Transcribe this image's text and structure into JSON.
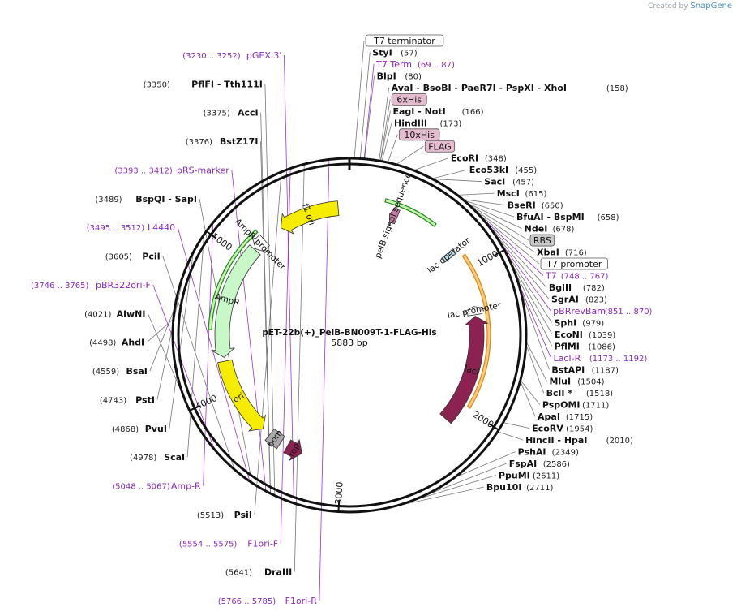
{
  "credit": {
    "prefix": "Created by",
    "brand": "SnapGene"
  },
  "plasmid": {
    "name": "pET-22b(+)_PelB-BN009T-1-FLAG-His",
    "length_label": "5883 bp",
    "length": 5883
  },
  "ticks": [
    {
      "pos": 1000,
      "label": "1000"
    },
    {
      "pos": 2000,
      "label": "2000"
    },
    {
      "pos": 3000,
      "label": "3000"
    },
    {
      "pos": 4000,
      "label": "4000"
    },
    {
      "pos": 5000,
      "label": "5000"
    }
  ],
  "sites": [
    {
      "name": "StyI",
      "pos": "(57)",
      "site": 57,
      "side": "R"
    },
    {
      "name": "BlpI",
      "pos": "(80)",
      "site": 80,
      "side": "R"
    },
    {
      "name": "AvaI - BsoBI - PaeR7I - PspXI - XhoI",
      "pos": "(158)",
      "site": 158,
      "side": "R"
    },
    {
      "name": "EagI - NotI",
      "pos": "(166)",
      "site": 166,
      "side": "R"
    },
    {
      "name": "HindIII",
      "pos": "(173)",
      "site": 173,
      "side": "R"
    },
    {
      "name": "EcoRI",
      "pos": "(348)",
      "site": 348,
      "side": "R"
    },
    {
      "name": "Eco53kI",
      "pos": "(455)",
      "site": 455,
      "side": "R"
    },
    {
      "name": "SacI",
      "pos": "(457)",
      "site": 457,
      "side": "R"
    },
    {
      "name": "MscI",
      "pos": "(615)",
      "site": 615,
      "side": "R"
    },
    {
      "name": "BseRI",
      "pos": "(650)",
      "site": 650,
      "side": "R"
    },
    {
      "name": "BfuAI - BspMI",
      "pos": "(658)",
      "site": 658,
      "side": "R"
    },
    {
      "name": "NdeI",
      "pos": "(678)",
      "site": 678,
      "side": "R"
    },
    {
      "name": "XbaI",
      "pos": "(716)",
      "site": 716,
      "side": "R"
    },
    {
      "name": "BglII",
      "pos": "(782)",
      "site": 782,
      "side": "R"
    },
    {
      "name": "SgrAI",
      "pos": "(823)",
      "site": 823,
      "side": "R"
    },
    {
      "name": "SphI",
      "pos": "(979)",
      "site": 979,
      "side": "R"
    },
    {
      "name": "EcoNI",
      "pos": "(1039)",
      "site": 1039,
      "side": "R"
    },
    {
      "name": "PflMI",
      "pos": "(1086)",
      "site": 1086,
      "side": "R"
    },
    {
      "name": "BstAPI",
      "pos": "(1187)",
      "site": 1187,
      "side": "R"
    },
    {
      "name": "MluI",
      "pos": "(1504)",
      "site": 1504,
      "side": "R"
    },
    {
      "name": "BclI *",
      "pos": "(1518)",
      "site": 1518,
      "side": "R"
    },
    {
      "name": "PspOMI",
      "pos": "(1711)",
      "site": 1711,
      "side": "R"
    },
    {
      "name": "ApaI",
      "pos": "(1715)",
      "site": 1715,
      "side": "R"
    },
    {
      "name": "EcoRV",
      "pos": "(1954)",
      "site": 1954,
      "side": "R"
    },
    {
      "name": "HincII - HpaI",
      "pos": "(2010)",
      "site": 2010,
      "side": "R"
    },
    {
      "name": "PshAI",
      "pos": "(2349)",
      "site": 2349,
      "side": "R"
    },
    {
      "name": "FspAI",
      "pos": "(2586)",
      "site": 2586,
      "side": "R"
    },
    {
      "name": "PpuMI",
      "pos": "(2611)",
      "site": 2611,
      "side": "R"
    },
    {
      "name": "Bpu10I",
      "pos": "(2711)",
      "site": 2711,
      "side": "R"
    },
    {
      "name": "PflFI - Tth111I",
      "pos": "(3350)",
      "site": 3350,
      "side": "L"
    },
    {
      "name": "AccI",
      "pos": "(3375)",
      "site": 3375,
      "side": "L"
    },
    {
      "name": "BstZ17I",
      "pos": "(3376)",
      "site": 3376,
      "side": "L"
    },
    {
      "name": "BspQI - SapI",
      "pos": "(3489)",
      "site": 3489,
      "side": "L"
    },
    {
      "name": "PciI",
      "pos": "(3605)",
      "site": 3605,
      "side": "L"
    },
    {
      "name": "AlwNI",
      "pos": "(4021)",
      "site": 4021,
      "side": "L"
    },
    {
      "name": "AhdI",
      "pos": "(4498)",
      "site": 4498,
      "side": "L"
    },
    {
      "name": "BsaI",
      "pos": "(4559)",
      "site": 4559,
      "side": "L"
    },
    {
      "name": "PstI",
      "pos": "(4743)",
      "site": 4743,
      "side": "L"
    },
    {
      "name": "PvuI",
      "pos": "(4868)",
      "site": 4868,
      "side": "L"
    },
    {
      "name": "ScaI",
      "pos": "(4978)",
      "site": 4978,
      "side": "L"
    },
    {
      "name": "PsiI",
      "pos": "(5513)",
      "site": 5513,
      "side": "L"
    },
    {
      "name": "DraIII",
      "pos": "(5641)",
      "site": 5641,
      "side": "L"
    }
  ],
  "primers": [
    {
      "name": "T7 Term",
      "pos": "(69 .. 87)",
      "site": 78,
      "side": "R"
    },
    {
      "name": "T7",
      "pos": "(748 .. 767)",
      "site": 757,
      "side": "R"
    },
    {
      "name": "pBRrevBam",
      "pos": "(851 .. 870)",
      "site": 860,
      "side": "R"
    },
    {
      "name": "LacI-R",
      "pos": "(1173 .. 1192)",
      "site": 1182,
      "side": "R"
    },
    {
      "name": "pGEX 3'",
      "pos": "(3230 .. 3252)",
      "site": 3241,
      "side": "L"
    },
    {
      "name": "pRS-marker",
      "pos": "(3393 .. 3412)",
      "site": 3402,
      "side": "L"
    },
    {
      "name": "L4440",
      "pos": "(3495 .. 3512)",
      "site": 3503,
      "side": "L"
    },
    {
      "name": "pBR322ori-F",
      "pos": "(3746 .. 3765)",
      "site": 3755,
      "side": "L"
    },
    {
      "name": "Amp-R",
      "pos": "(5048 .. 5067)",
      "site": 5057,
      "side": "L"
    },
    {
      "name": "F1ori-F",
      "pos": "(5554 .. 5575)",
      "site": 5564,
      "side": "L"
    },
    {
      "name": "F1ori-R",
      "pos": "(5766 .. 5785)",
      "site": 5775,
      "side": "L"
    }
  ],
  "boxed_labels": [
    {
      "name": "T7 terminator",
      "style": "white",
      "site": 26
    },
    {
      "name": "6xHis",
      "style": "pink",
      "site": 165
    },
    {
      "name": "10xHis",
      "style": "pink",
      "site": 205
    },
    {
      "name": "FLAG",
      "style": "pink",
      "site": 250
    },
    {
      "name": "RBS",
      "style": "gray",
      "site": 690
    },
    {
      "name": "T7 promoter",
      "style": "white",
      "site": 740
    }
  ],
  "features": [
    {
      "name": "f1 ori",
      "start": 5350,
      "end": 5800,
      "dir": "ccw",
      "color": "#f5ec00",
      "ring": 3
    },
    {
      "name": "AmpR promoter",
      "start": 5108,
      "end": 5200,
      "dir": "ccw",
      "color": "#ffffff",
      "ring": 3
    },
    {
      "name": "AmpR",
      "start": 4248,
      "end": 5100,
      "dir": "ccw",
      "color": "#c8f7c8",
      "ring": 3
    },
    {
      "name": "ori",
      "start": 3640,
      "end": 4220,
      "dir": "ccw",
      "color": "#f5ec00",
      "ring": 3
    },
    {
      "name": "rop",
      "start": 3300,
      "end": 3420,
      "dir": "ccw",
      "color": "#8b2252",
      "ring": 3
    },
    {
      "name": "bom",
      "start": 3475,
      "end": 3575,
      "dir": "none",
      "color": "#a9a9a9",
      "ring": 3
    },
    {
      "name": "lacI",
      "start": 1330,
      "end": 2140,
      "dir": "ccw",
      "color": "#8b2252",
      "ring": 3
    },
    {
      "name": "lac promoter",
      "start": 1258,
      "end": 1320,
      "dir": "ccw",
      "color": "#ffffff",
      "ring": 3
    },
    {
      "name": "lac operator",
      "start": 820,
      "end": 860,
      "dir": "none",
      "color": "#bfe3ee",
      "ring": 3
    },
    {
      "name": "pelB signal sequence",
      "start": 300,
      "end": 360,
      "dir": "ccw",
      "color": "#c47aa3",
      "ring": 3
    }
  ],
  "feature_labels": [
    {
      "name": "pelB signal sequence"
    },
    {
      "name": "lac operator"
    },
    {
      "name": "lac promoter"
    },
    {
      "name": "AmpR promoter"
    }
  ],
  "inner_arcs": [
    {
      "start": 245,
      "end": 620,
      "color": "#1a8a1a",
      "fill": "#c8f0b0"
    },
    {
      "start": 4450,
      "end": 5200,
      "color": "#1a8a1a",
      "fill": "#c8f0b0"
    },
    {
      "start": 900,
      "end": 1980,
      "color": "#e08a00",
      "fill": "#f5c98a"
    }
  ]
}
